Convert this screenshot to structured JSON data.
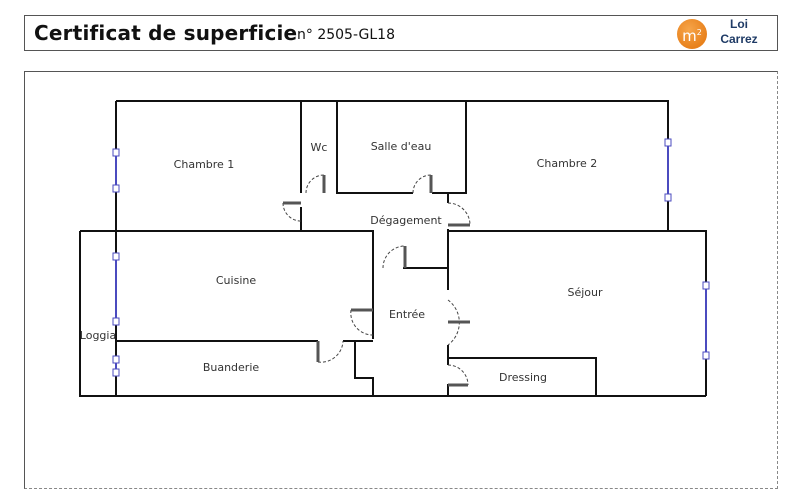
{
  "header": {
    "title": "Certificat de superficie",
    "certificate_number": "n° 2505-GL18",
    "badge": {
      "icon_text": "m",
      "icon_superscript": "2",
      "line1": "Loi",
      "line2": "Carrez",
      "icon_color": "#e8811c",
      "text_color": "#1f3b66"
    }
  },
  "floor_plan": {
    "rooms": [
      {
        "name": "Chambre 1"
      },
      {
        "name": "Wc"
      },
      {
        "name": "Salle d'eau"
      },
      {
        "name": "Chambre 2"
      },
      {
        "name": "Dégagement"
      },
      {
        "name": "Cuisine"
      },
      {
        "name": "Séjour"
      },
      {
        "name": "Entrée"
      },
      {
        "name": "Loggia"
      },
      {
        "name": "Buanderie"
      },
      {
        "name": "Dressing"
      }
    ],
    "wall_color": "#111111",
    "window_color": "#4b4bbf"
  }
}
